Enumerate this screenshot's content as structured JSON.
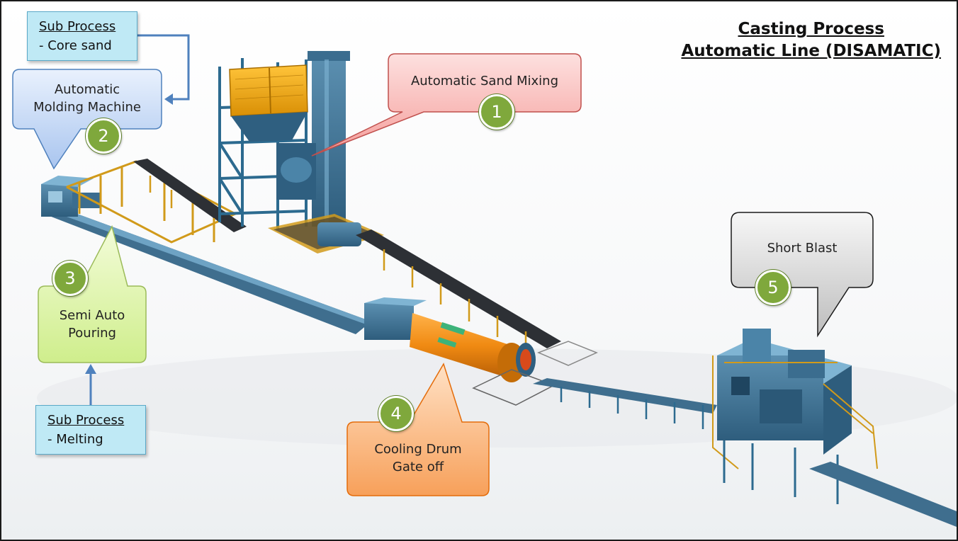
{
  "title": {
    "line1": "Casting Process",
    "line2": "Automatic Line (DISAMATIC)"
  },
  "steps": [
    {
      "number": "1",
      "label": "Automatic Sand Mixing",
      "color": "#f9b7b5"
    },
    {
      "number": "2",
      "label_line1": "Automatic",
      "label_line2": "Molding Machine",
      "color": "#c6d9f5"
    },
    {
      "number": "3",
      "label_line1": "Semi Auto",
      "label_line2": "Pouring",
      "color": "#def4ab"
    },
    {
      "number": "4",
      "label_line1": "Cooling Drum",
      "label_line2": "Gate off",
      "color": "#fbb77e"
    },
    {
      "number": "5",
      "label": "Short Blast",
      "color": "#d6d6d6"
    }
  ],
  "subprocesses": [
    {
      "heading": "Sub Process",
      "item": "-  Core sand"
    },
    {
      "heading": "Sub Process",
      "item": "-  Melting"
    }
  ],
  "badge_color": "#7fa83c",
  "subprocess_color": "#bfe9f5",
  "arrow_color": "#4f81bd"
}
